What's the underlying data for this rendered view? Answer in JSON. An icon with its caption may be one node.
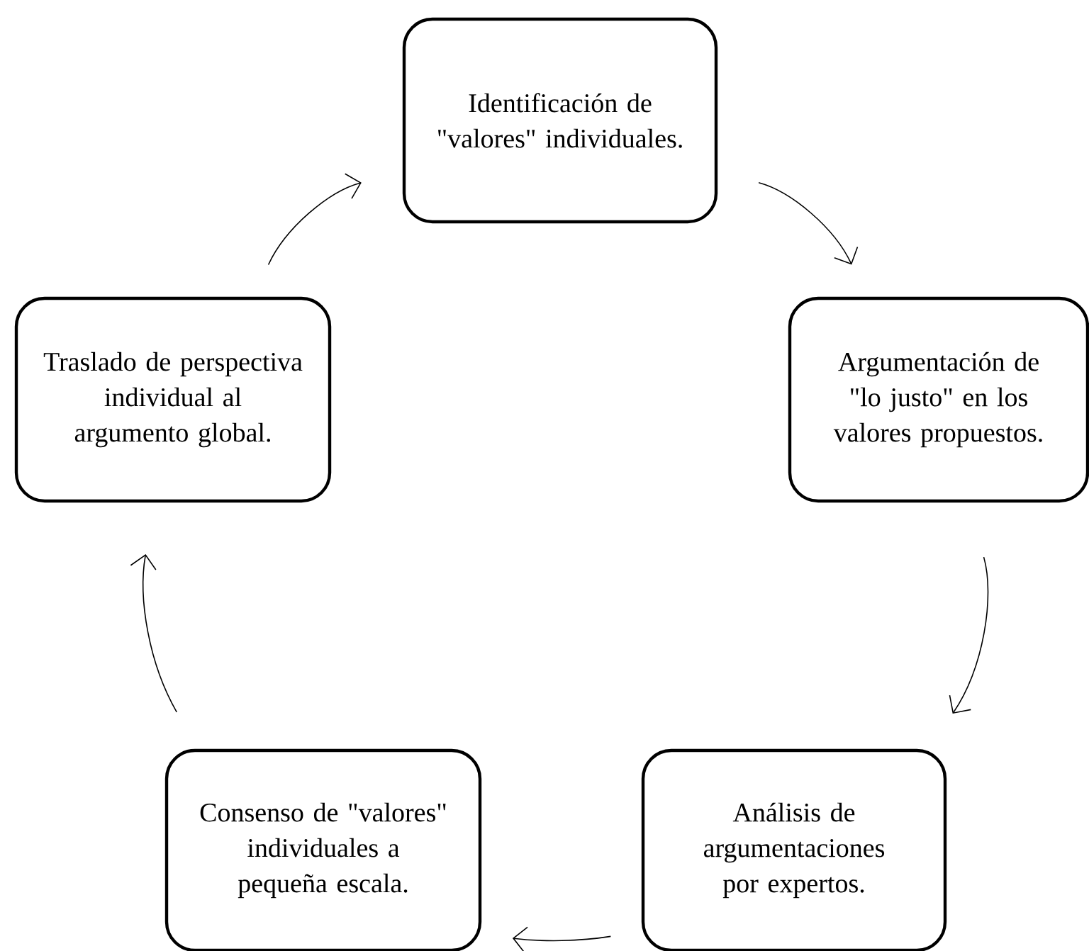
{
  "diagram": {
    "nodes": [
      {
        "text": [
          "Identificación de \"valores\" individuales."
        ]
      },
      {
        "text": [
          "Argumentación de \"lo justo\" en los valores propuestos."
        ]
      },
      {
        "text": [
          "Análisis de argumentaciones por expertos."
        ]
      },
      {
        "text": [
          "Consenso de \"valores\" individuales a pequeña escala."
        ]
      },
      {
        "text": [
          "Traslado de perspectiva individual al argumento global."
        ]
      }
    ],
    "edges": [
      {
        "from": 0,
        "to": 1,
        "arrow": "to"
      },
      {
        "from": 1,
        "to": 2,
        "arrow": "to"
      },
      {
        "from": 2,
        "to": 3,
        "arrow": "to"
      },
      {
        "from": 3,
        "to": 4,
        "arrow": "to"
      },
      {
        "from": 4,
        "to": 0,
        "arrow": "to"
      }
    ]
  }
}
